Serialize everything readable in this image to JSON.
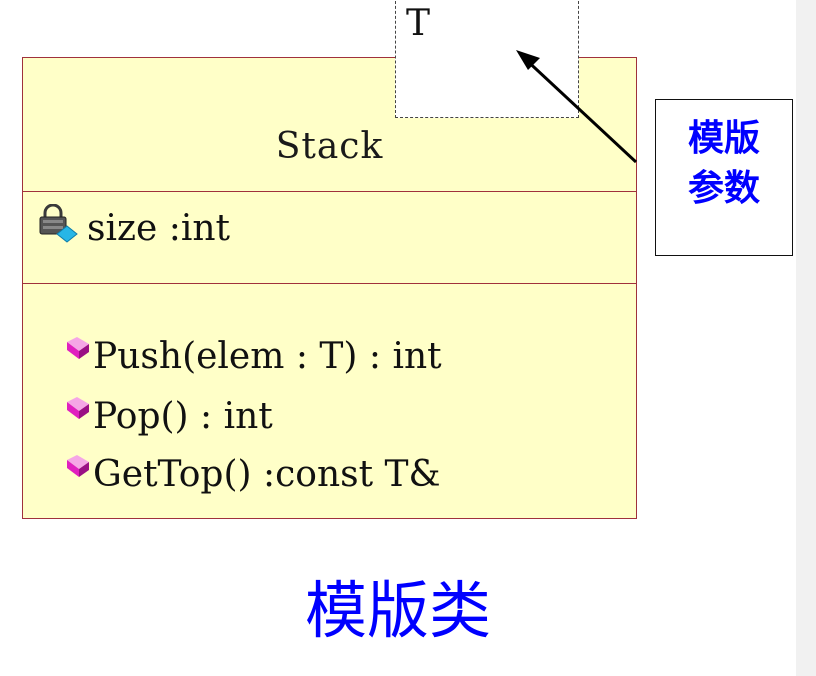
{
  "template_param": {
    "label": "T"
  },
  "class": {
    "name": "Stack",
    "attributes": [
      {
        "text": "size :int",
        "icon": "private-attribute-lock-icon"
      }
    ],
    "operations": [
      {
        "text": "Push(elem : T) : int",
        "icon": "operation-diamond-icon"
      },
      {
        "text": "Pop() : int",
        "icon": "operation-diamond-icon"
      },
      {
        "text": "GetTop() :const T&",
        "icon": "operation-diamond-icon"
      }
    ]
  },
  "callout": {
    "line1": "模版",
    "line2": "参数"
  },
  "caption": "模版类",
  "colors": {
    "class_fill": "#ffffc8",
    "class_border": "#a0313c",
    "accent_blue": "#0000ff",
    "operation_icon": "#e01fbf",
    "attribute_icon": "#27b6e6"
  }
}
